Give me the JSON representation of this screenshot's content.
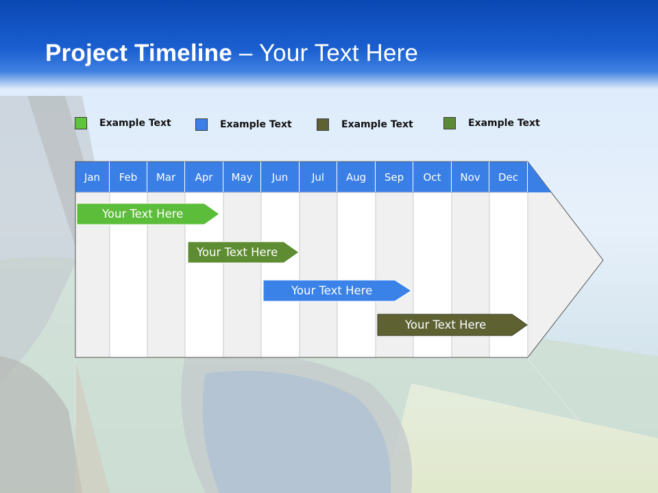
{
  "title": {
    "bold_part": "Project Timeline",
    "rest": " – Your Text Here"
  },
  "legend": [
    {
      "label": "Example Text",
      "color": "#5fc43a"
    },
    {
      "label": "Example Text",
      "color": "#3a7fe6"
    },
    {
      "label": "Example Text",
      "color": "#5e6233"
    },
    {
      "label": "Example Text",
      "color": "#5c8a34"
    }
  ],
  "months": [
    "Jan",
    "Feb",
    "Mar",
    "Apr",
    "May",
    "Jun",
    "Jul",
    "Aug",
    "Sep",
    "Oct",
    "Nov",
    "Dec"
  ],
  "bars": [
    {
      "label": "Your  Text Here",
      "color": "#5cbd3a",
      "text_color": "#ffffff"
    },
    {
      "label": "Your  Text Here",
      "color": "#5e8c33",
      "text_color": "#ffffff"
    },
    {
      "label": "Your  Text Here",
      "color": "#3a82e8",
      "text_color": "#ffffff"
    },
    {
      "label": "Your  Text Here",
      "color": "#5e6233",
      "text_color": "#ffffff"
    }
  ],
  "colors": {
    "header_blue": "#3a7fe6",
    "grid_gray": "#f0f0f0",
    "grid_white": "#ffffff"
  }
}
